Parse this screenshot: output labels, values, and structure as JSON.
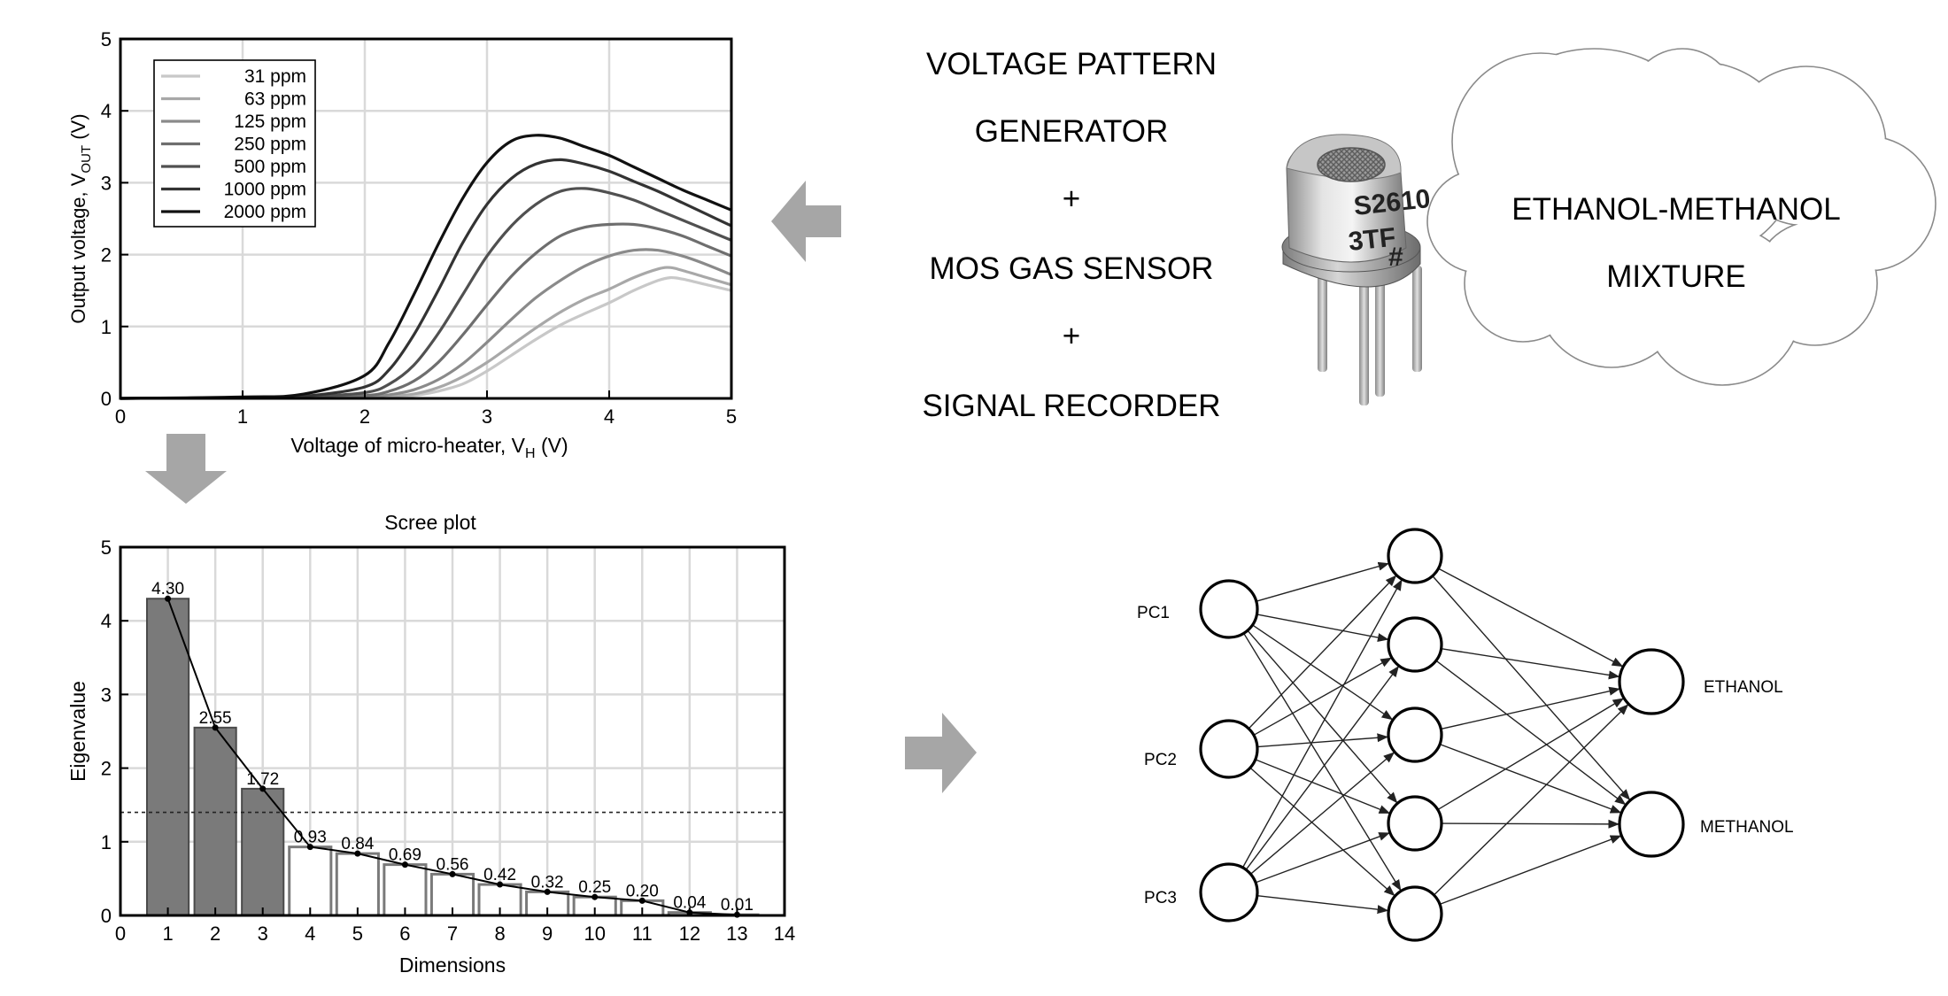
{
  "flow": {
    "steps": [
      "VOLTAGE PATTERN",
      "GENERATOR",
      "+",
      "MOS GAS SENSOR",
      "+",
      "SIGNAL RECORDER"
    ],
    "cloud_lines": [
      "ETHANOL-METHANOL",
      "MIXTURE"
    ],
    "sensor_marking": [
      "S2610",
      "3TF",
      "#"
    ],
    "arrow_color": "#a6a6a6"
  },
  "chart_data": [
    {
      "type": "line",
      "xlabel": "Voltage of micro-heater, V",
      "xlabel_sub": "H",
      "xlabel_unit": " (V)",
      "ylabel": "Output voltage, V",
      "ylabel_sub": "OUT",
      "ylabel_unit": " (V)",
      "xlim": [
        0,
        5
      ],
      "ylim": [
        0,
        5
      ],
      "xticks": [
        "0",
        "1",
        "2",
        "3",
        "4",
        "5"
      ],
      "yticks": [
        "0",
        "1",
        "2",
        "3",
        "4",
        "5"
      ],
      "grid": true,
      "legend_position": "top-left",
      "series": [
        {
          "name": "31 ppm",
          "color": "#c8c8c8",
          "x": [
            0,
            1,
            1.5,
            2,
            2.2,
            2.4,
            2.6,
            2.8,
            3,
            3.2,
            3.4,
            3.6,
            3.8,
            4,
            4.2,
            4.4,
            4.5,
            4.6,
            4.8,
            5
          ],
          "y": [
            0,
            0.01,
            0.01,
            0.01,
            0.02,
            0.04,
            0.1,
            0.2,
            0.38,
            0.6,
            0.82,
            1.02,
            1.18,
            1.33,
            1.5,
            1.64,
            1.68,
            1.66,
            1.58,
            1.5
          ]
        },
        {
          "name": "63 ppm",
          "color": "#a8a8a8",
          "x": [
            0,
            1,
            1.5,
            2,
            2.2,
            2.4,
            2.6,
            2.8,
            3,
            3.2,
            3.4,
            3.6,
            3.8,
            4,
            4.2,
            4.4,
            4.5,
            4.6,
            4.8,
            5
          ],
          "y": [
            0,
            0.01,
            0.01,
            0.01,
            0.03,
            0.06,
            0.15,
            0.3,
            0.5,
            0.74,
            0.98,
            1.2,
            1.38,
            1.52,
            1.68,
            1.8,
            1.82,
            1.78,
            1.68,
            1.58
          ]
        },
        {
          "name": "125 ppm",
          "color": "#8a8a8a",
          "x": [
            0,
            1,
            1.5,
            2,
            2.2,
            2.4,
            2.6,
            2.8,
            3,
            3.2,
            3.4,
            3.6,
            3.8,
            4,
            4.2,
            4.4,
            4.6,
            4.8,
            5
          ],
          "y": [
            0,
            0.01,
            0.01,
            0.02,
            0.05,
            0.12,
            0.26,
            0.48,
            0.78,
            1.1,
            1.4,
            1.64,
            1.84,
            1.98,
            2.06,
            2.06,
            1.98,
            1.86,
            1.72
          ]
        },
        {
          "name": "250 ppm",
          "color": "#6e6e6e",
          "x": [
            0,
            1,
            1.5,
            2,
            2.2,
            2.4,
            2.6,
            2.8,
            3,
            3.2,
            3.4,
            3.6,
            3.8,
            4,
            4.2,
            4.4,
            4.6,
            4.8,
            5
          ],
          "y": [
            0,
            0.01,
            0.02,
            0.04,
            0.1,
            0.24,
            0.5,
            0.88,
            1.3,
            1.7,
            2.02,
            2.26,
            2.38,
            2.42,
            2.42,
            2.36,
            2.26,
            2.12,
            1.98
          ]
        },
        {
          "name": "500 ppm",
          "color": "#505050",
          "x": [
            0,
            1,
            1.5,
            2,
            2.2,
            2.4,
            2.6,
            2.8,
            3,
            3.2,
            3.4,
            3.6,
            3.8,
            4,
            4.2,
            4.4,
            4.6,
            4.8,
            5
          ],
          "y": [
            0,
            0.01,
            0.02,
            0.08,
            0.2,
            0.46,
            0.9,
            1.44,
            1.98,
            2.4,
            2.7,
            2.88,
            2.92,
            2.86,
            2.76,
            2.62,
            2.48,
            2.34,
            2.2
          ]
        },
        {
          "name": "1000 ppm",
          "color": "#333333",
          "x": [
            0,
            1,
            1.5,
            2,
            2.2,
            2.4,
            2.6,
            2.8,
            3,
            3.2,
            3.4,
            3.6,
            3.8,
            4,
            4.2,
            4.4,
            4.6,
            4.8,
            5
          ],
          "y": [
            0,
            0.01,
            0.03,
            0.16,
            0.4,
            0.88,
            1.5,
            2.16,
            2.7,
            3.06,
            3.26,
            3.32,
            3.26,
            3.16,
            3.02,
            2.88,
            2.72,
            2.56,
            2.4
          ]
        },
        {
          "name": "2000 ppm",
          "color": "#111111",
          "x": [
            0,
            1,
            1.5,
            2,
            2.2,
            2.4,
            2.6,
            2.8,
            3,
            3.2,
            3.4,
            3.6,
            3.8,
            4,
            4.2,
            4.4,
            4.6,
            4.8,
            5
          ],
          "y": [
            0,
            0.02,
            0.06,
            0.32,
            0.78,
            1.44,
            2.14,
            2.78,
            3.28,
            3.58,
            3.66,
            3.62,
            3.5,
            3.38,
            3.22,
            3.06,
            2.9,
            2.76,
            2.62
          ]
        }
      ]
    },
    {
      "type": "bar",
      "title": "Scree plot",
      "xlabel": "Dimensions",
      "ylabel": "Eigenvalue",
      "xlim": [
        0,
        14
      ],
      "ylim": [
        0,
        5
      ],
      "xticks": [
        "0",
        "1",
        "2",
        "3",
        "4",
        "5",
        "6",
        "7",
        "8",
        "9",
        "10",
        "11",
        "12",
        "13",
        "14"
      ],
      "yticks": [
        "0",
        "1",
        "2",
        "3",
        "4",
        "5"
      ],
      "grid": true,
      "categories": [
        1,
        2,
        3,
        4,
        5,
        6,
        7,
        8,
        9,
        10,
        11,
        12,
        13
      ],
      "values": [
        4.3,
        2.55,
        1.72,
        0.93,
        0.84,
        0.69,
        0.56,
        0.42,
        0.32,
        0.25,
        0.2,
        0.04,
        0.01
      ],
      "labels": [
        "4.30",
        "2.55",
        "1.72",
        "0.93",
        "0.84",
        "0.69",
        "0.56",
        "0.42",
        "0.32",
        "0.25",
        "0.20",
        "0.04",
        "0.01"
      ],
      "retained_count": 3,
      "retained_color": "#7a7a7a",
      "other_color": "#ffffff",
      "threshold": 1.4
    }
  ],
  "network": {
    "inputs": [
      "PC1",
      "PC2",
      "PC3"
    ],
    "hidden_count": 5,
    "outputs": [
      "ETHANOL",
      "METHANOL"
    ]
  }
}
